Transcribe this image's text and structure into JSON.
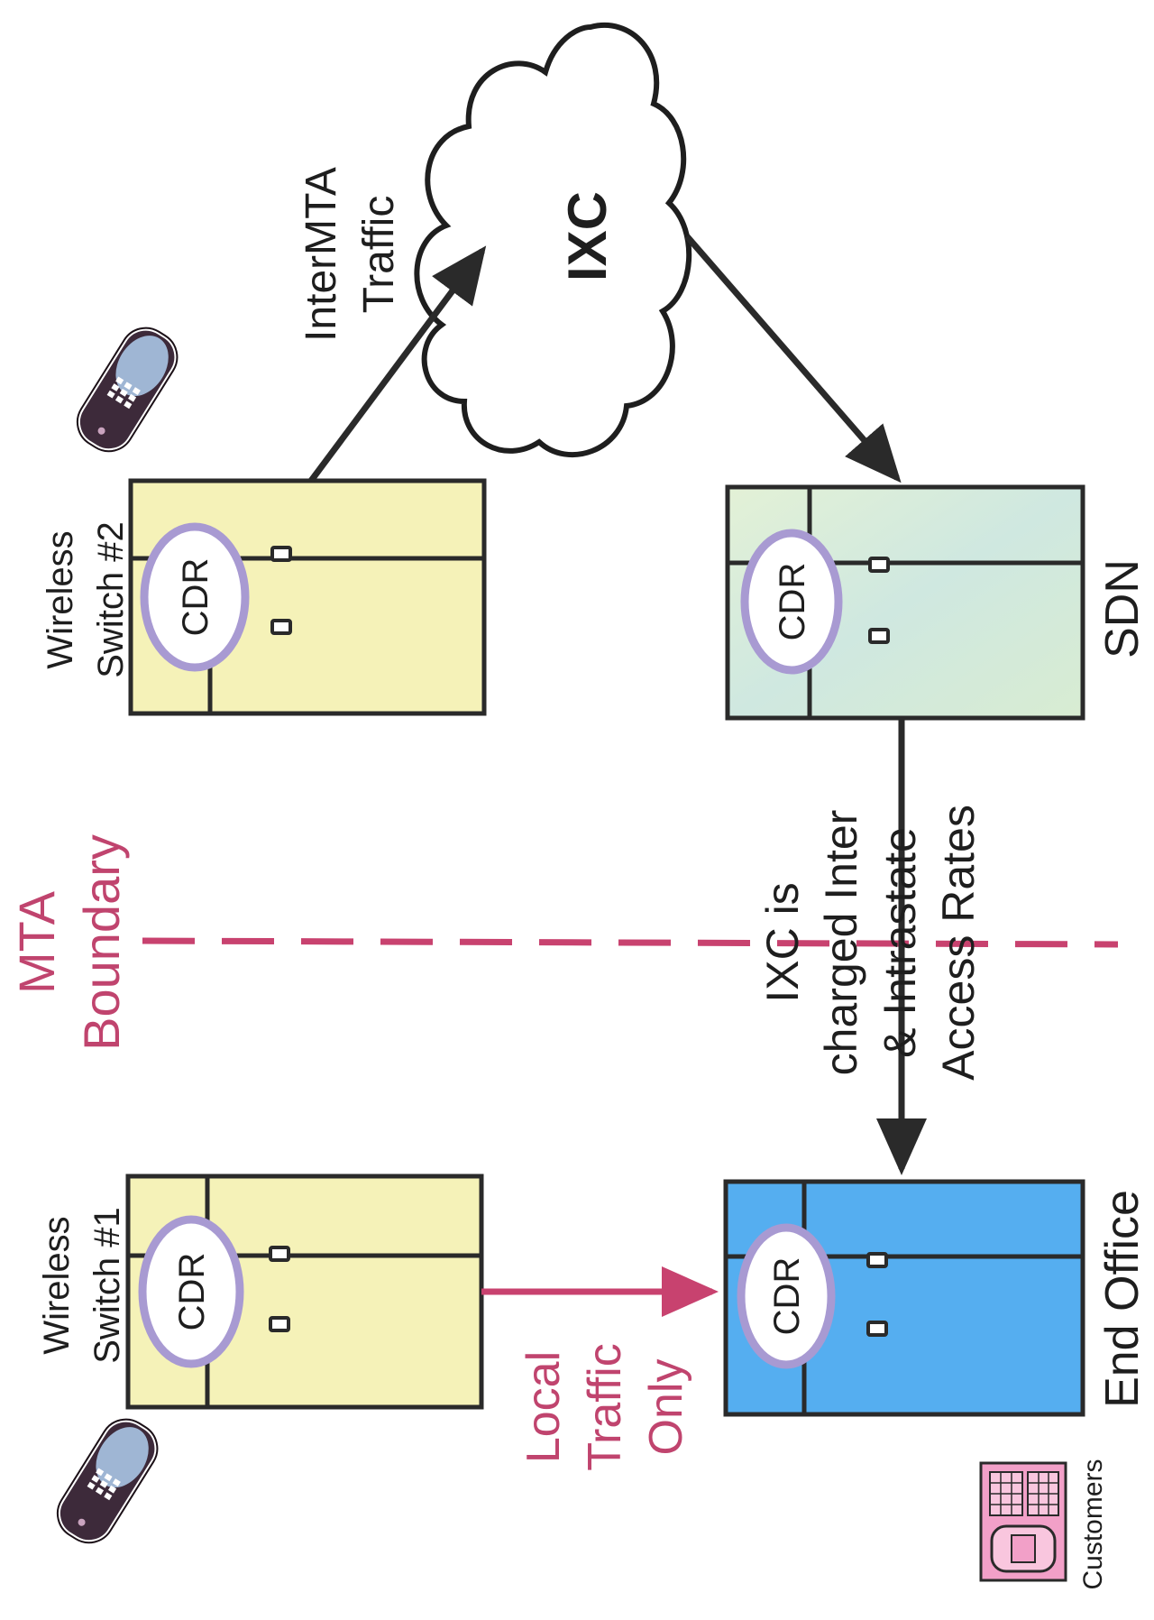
{
  "mta": {
    "label_line1": "MTA",
    "label_line2": "Boundary"
  },
  "switch1": {
    "label_line1": "Wireless",
    "label_line2": "Switch #1",
    "cdr": "CDR"
  },
  "switch2": {
    "label_line1": "Wireless",
    "label_line2": "Switch #2",
    "cdr": "CDR"
  },
  "sdn": {
    "label": "SDN",
    "cdr": "CDR"
  },
  "end_office": {
    "label": "End Office",
    "cdr": "CDR"
  },
  "ixc": {
    "label": "IXC"
  },
  "intermta": {
    "line1": "InterMTA",
    "line2": "Traffic"
  },
  "charge_note": {
    "line1": "IXC is",
    "line2": "charged Inter",
    "line3": "& Intrastate",
    "line4": "Access Rates"
  },
  "local_traffic": {
    "line1": "Local",
    "line2": "Traffic",
    "line3": "Only"
  },
  "customers": {
    "label": "Customers"
  },
  "colors": {
    "switch_fill": "#f5f2b8",
    "sdn_fill": "#d6ecd8",
    "end_office_fill": "#55aef0",
    "cdr_ring": "#a89ad2",
    "accent_pink": "#c8426f",
    "outline": "#2a2a2a"
  }
}
